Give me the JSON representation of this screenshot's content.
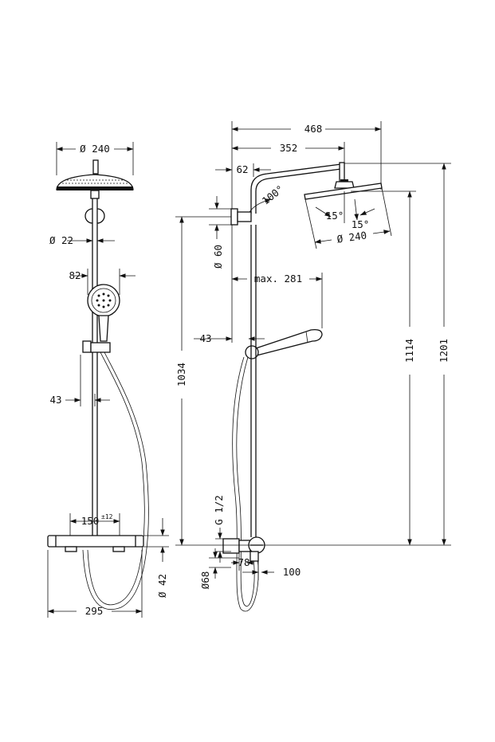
{
  "front_view": {
    "dim_head_diameter": "Ø 240",
    "dim_pipe_diameter": "Ø 22",
    "dim_handshower_width": "82",
    "dim_holder_offset": "43",
    "dim_centers": "150",
    "dim_centers_tolerance": "±12",
    "dim_thermostat_height": "Ø 42",
    "dim_total_width": "295"
  },
  "side_view": {
    "dim_arm_total": "468",
    "dim_arm_reach": "352",
    "dim_wall_offset": "62",
    "dim_angle_arm": "100°",
    "dim_tilt_left": "15°",
    "dim_tilt_right": "15°",
    "dim_head_diameter": "Ø 240",
    "dim_bracket_diameter": "Ø 60",
    "dim_max_handshower": "max. 281",
    "dim_holder_offset": "43",
    "dim_height_bracket": "1034",
    "dim_height_head": "1114",
    "dim_height_total": "1201",
    "dim_thread": "G 1/2",
    "dim_escutcheon": "Ø68",
    "dim_body_depth": "78",
    "dim_outlet_depth": "100"
  }
}
